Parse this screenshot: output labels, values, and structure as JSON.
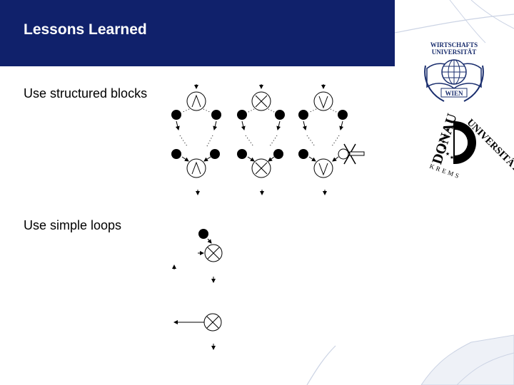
{
  "slide": {
    "title": "Lessons Learned",
    "bullets": [
      "Use structured blocks",
      "Use simple loops"
    ]
  },
  "logos": {
    "wu": {
      "line1": "WIRTSCHAFTS",
      "line2": "UNIVERSITÄT",
      "line3": "WIEN"
    },
    "donau": {
      "left": "DONAU",
      "right": "UNIVERSITÄT",
      "bottom": "KREMS"
    }
  },
  "colors": {
    "header": "#10216b",
    "decor": "#cbd3e4"
  },
  "icons": {
    "and_gate": "wedge",
    "xor_gate": "cross",
    "or_gate": "vee"
  }
}
